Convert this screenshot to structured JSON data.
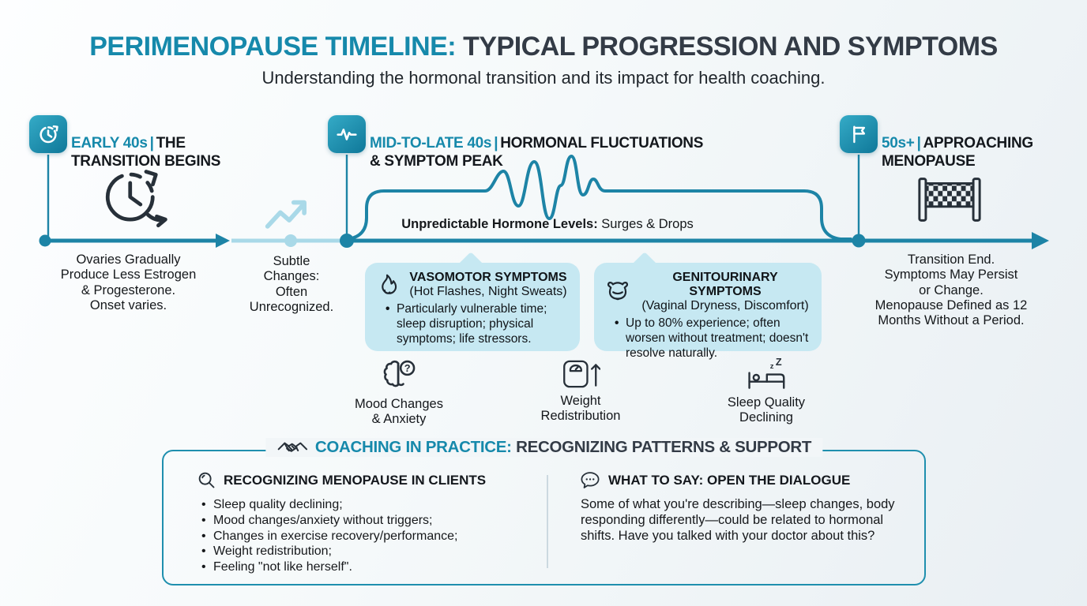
{
  "colors": {
    "accent": "#1689ab",
    "timeline": "#1d84a6",
    "light_blue": "#a9d9e8",
    "card_bg": "#c6e8f2",
    "dark_text": "#333b46"
  },
  "header": {
    "title_accent": "PERIMENOPAUSE TIMELINE:",
    "title_rest": " TYPICAL PROGRESSION AND SYMPTOMS",
    "subtitle": "Understanding the hormonal transition and its impact for health coaching."
  },
  "stages": [
    {
      "icon": "history-clock-icon",
      "label_accent": "EARLY 40s",
      "divider": "|",
      "label_rest": "THE\nTRANSITION BEGINS",
      "note": "Ovaries Gradually\nProduce Less Estrogen\n& Progesterone.\nOnset varies."
    },
    {
      "icon": "pulse-icon",
      "label_accent": "MID-TO-LATE 40s",
      "divider": "|",
      "label_rest": "HORMONAL FLUCTUATIONS\n& SYMPTOM PEAK"
    },
    {
      "icon": "flag-icon",
      "label_accent": "50s+",
      "divider": "|",
      "label_rest": "APPROACHING\nMENOPAUSE",
      "note": "Transition End.\nSymptoms May Persist\nor Change.\nMenopause Defined as 12\nMonths Without a Period."
    }
  ],
  "timeline": {
    "subtle_note": "Subtle\nChanges:\nOften\nUnrecognized.",
    "bracket_label_bold": "Unpredictable Hormone Levels:",
    "bracket_label_rest": " Surges & Drops"
  },
  "symptom_cards": [
    {
      "icon": "flame-icon",
      "title": "VASOMOTOR SYMPTOMS",
      "subtitle": "(Hot Flashes, Night Sweats)",
      "bullet": "Particularly vulnerable time; sleep disruption; physical symptoms; life stressors."
    },
    {
      "icon": "bladder-icon",
      "title": "GENITOURINARY SYMPTOMS",
      "subtitle": "(Vaginal Dryness, Discomfort)",
      "bullet": "Up to 80% experience; often worsen without treatment; doesn't resolve naturally."
    }
  ],
  "symptom_icons": [
    {
      "icon": "brain-question-icon",
      "label": "Mood Changes\n& Anxiety"
    },
    {
      "icon": "weight-scale-icon",
      "label": "Weight\nRedistribution"
    },
    {
      "icon": "sleep-bed-icon",
      "label": "Sleep Quality\nDeclining"
    }
  ],
  "coaching": {
    "icon": "handshake-icon",
    "title_accent": "COACHING IN PRACTICE:",
    "title_rest": " RECOGNIZING PATTERNS & SUPPORT",
    "left": {
      "icon": "magnifier-icon",
      "title": "RECOGNIZING MENOPAUSE IN CLIENTS",
      "bullets": [
        "Sleep quality declining;",
        "Mood changes/anxiety without triggers;",
        "Changes in exercise recovery/performance;",
        "Weight redistribution;",
        "Feeling \"not like herself\"."
      ]
    },
    "right": {
      "icon": "speech-bubble-icon",
      "title": "WHAT TO SAY: OPEN THE DIALOGUE",
      "text": "Some of what you're describing—sleep changes, body responding differently—could be related to hormonal shifts. Have you talked with your doctor about this?"
    }
  }
}
